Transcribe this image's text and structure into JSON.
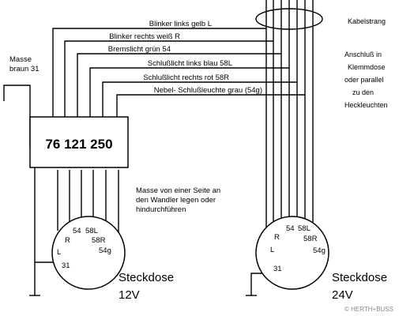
{
  "wires": {
    "blinker_links": "Blinker links gelb L",
    "blinker_rechts": "Blinker rechts weiß  R",
    "bremslicht": "Bremslicht grün  54",
    "schluss_links": "Schlußlicht links   blau  58L",
    "schluss_rechts": "Schlußlicht rechts  rot  58R",
    "nebel": "Nebel- Schlußleuchte grau  (54g)"
  },
  "ground": {
    "line1": "Masse",
    "line2": "braun 31"
  },
  "converter": {
    "part_number": "76 121 250"
  },
  "kabelstrang": "Kabelstrang",
  "anschluss": [
    "Anschluß in",
    "Klemmdose",
    "oder parallel",
    "zu den",
    "Heckleuchten"
  ],
  "masse_note": [
    "Masse von einer Seite an",
    "den Wandler legen oder",
    "hindurchführen"
  ],
  "socket_12v": {
    "name": "Steckdose",
    "voltage": "12V",
    "pins": {
      "p54": "54",
      "p58L": "58L",
      "pR": "R",
      "p58R": "58R",
      "pL": "L",
      "p54g": "54g",
      "p31": "31"
    }
  },
  "socket_24v": {
    "name": "Steckdose",
    "voltage": "24V",
    "pins": {
      "p54": "54",
      "p58L": "58L",
      "pR": "R",
      "p58R": "58R",
      "pL": "L",
      "p54g": "54g",
      "p31": "31"
    }
  },
  "watermark": "© HERTH+BUSS"
}
